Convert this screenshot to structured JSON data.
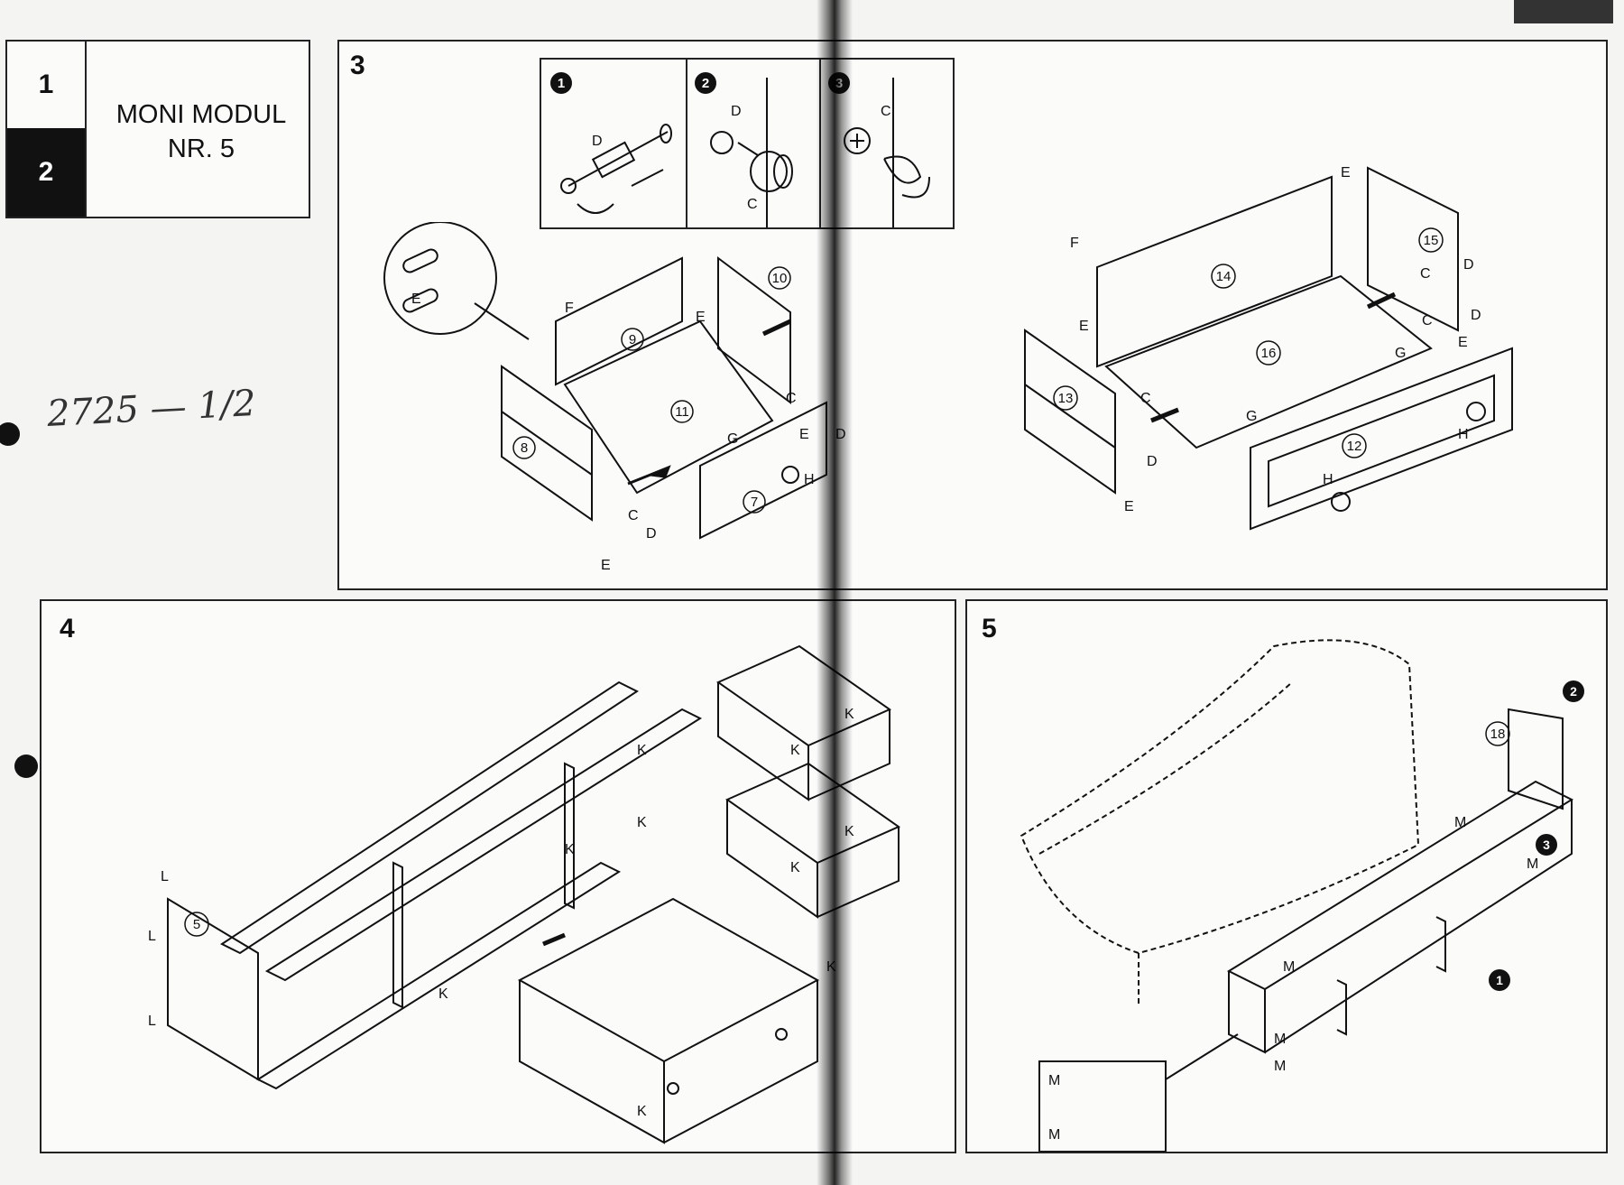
{
  "title": {
    "page_tabs": [
      "1",
      "2"
    ],
    "active_tab": "2",
    "line1": "MONI MODUL",
    "line2": "NR. 5"
  },
  "handwritten_note": "2725 — 1/2",
  "steps": {
    "s3": "3",
    "s4": "4",
    "s5": "5"
  },
  "substeps": [
    "1",
    "2",
    "3"
  ],
  "step3_left_parts": [
    "7",
    "8",
    "9",
    "10",
    "11"
  ],
  "step3_right_parts": [
    "12",
    "13",
    "14",
    "15",
    "16"
  ],
  "step4_parts": [
    "5"
  ],
  "step5_parts": [
    "18"
  ],
  "hardware_letters": [
    "C",
    "D",
    "E",
    "F",
    "G",
    "H",
    "K",
    "L",
    "M"
  ]
}
